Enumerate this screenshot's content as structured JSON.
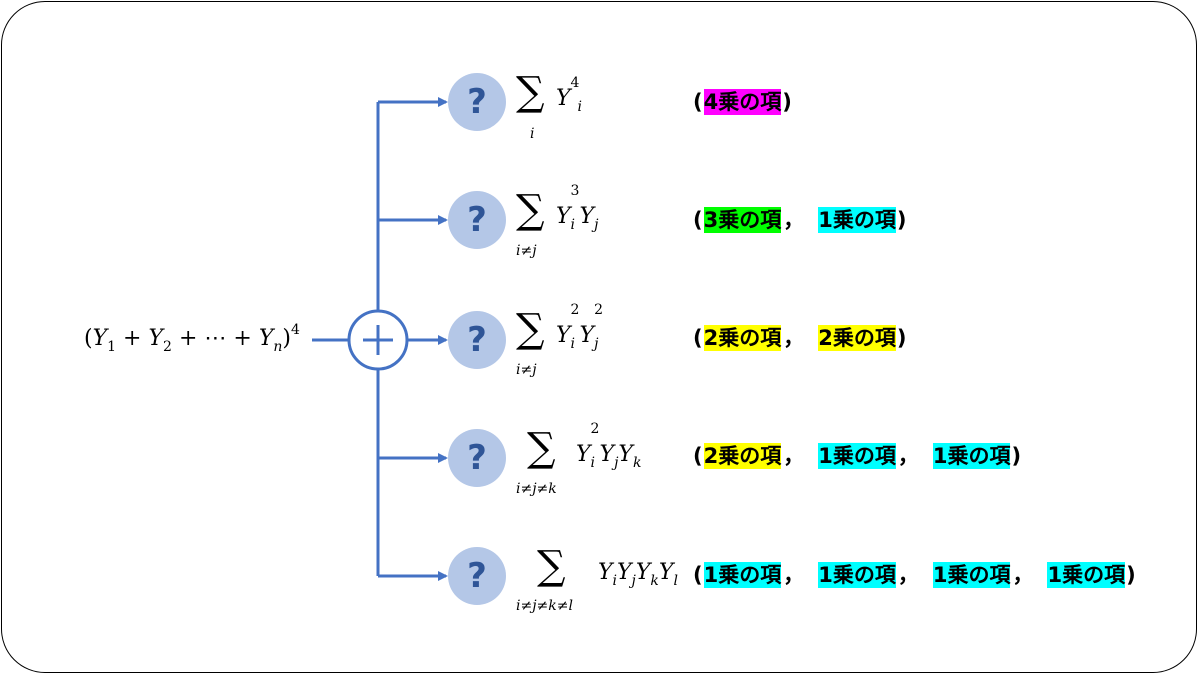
{
  "expression": {
    "open": "(",
    "y": "Y",
    "sub1": "1",
    "plus": "+",
    "sub2": "2",
    "dots": "⋯",
    "subn": "n",
    "close": ")",
    "power": "4"
  },
  "question_mark": "?",
  "colors": {
    "arrow": "#4472c4",
    "question_circle": "#b4c7e7",
    "question_mark": "#2f5597",
    "magenta": "#ff00ff",
    "green": "#00ff00",
    "cyan": "#00ffff",
    "yellow": "#ffff00"
  },
  "rows": [
    {
      "sum_sign": "∑",
      "index": "i",
      "term_parts": [
        "Y",
        "i",
        "4"
      ],
      "open": "(",
      "close": ")",
      "terms": [
        {
          "label": "4乗の項",
          "color": "magenta"
        }
      ]
    },
    {
      "sum_sign": "∑",
      "index": "i≠j",
      "term_parts": [
        "Y",
        "i",
        "3",
        "Y",
        "j"
      ],
      "open": "(",
      "close": ")",
      "terms": [
        {
          "label": "3乗の項",
          "color": "green"
        },
        {
          "label": "1乗の項",
          "color": "cyan"
        }
      ]
    },
    {
      "sum_sign": "∑",
      "index": "i≠j",
      "term_parts": [
        "Y",
        "i",
        "2",
        "Y",
        "j",
        "2"
      ],
      "open": "(",
      "close": ")",
      "terms": [
        {
          "label": "2乗の項",
          "color": "yellow"
        },
        {
          "label": "2乗の項",
          "color": "yellow"
        }
      ]
    },
    {
      "sum_sign": "∑",
      "index": "i≠j≠k",
      "term_parts": [
        "Y",
        "i",
        "2",
        "Y",
        "j",
        "Y",
        "k"
      ],
      "open": "(",
      "close": ")",
      "terms": [
        {
          "label": "2乗の項",
          "color": "yellow"
        },
        {
          "label": "1乗の項",
          "color": "cyan"
        },
        {
          "label": "1乗の項",
          "color": "cyan"
        }
      ]
    },
    {
      "sum_sign": "∑",
      "index": "i≠j≠k≠l",
      "term_parts": [
        "Y",
        "i",
        "Y",
        "j",
        "Y",
        "k",
        "Y",
        "l"
      ],
      "open": "(",
      "close": ")",
      "terms": [
        {
          "label": "1乗の項",
          "color": "cyan"
        },
        {
          "label": "1乗の項",
          "color": "cyan"
        },
        {
          "label": "1乗の項",
          "color": "cyan"
        },
        {
          "label": "1乗の項",
          "color": "cyan"
        }
      ]
    }
  ],
  "separator": "，"
}
